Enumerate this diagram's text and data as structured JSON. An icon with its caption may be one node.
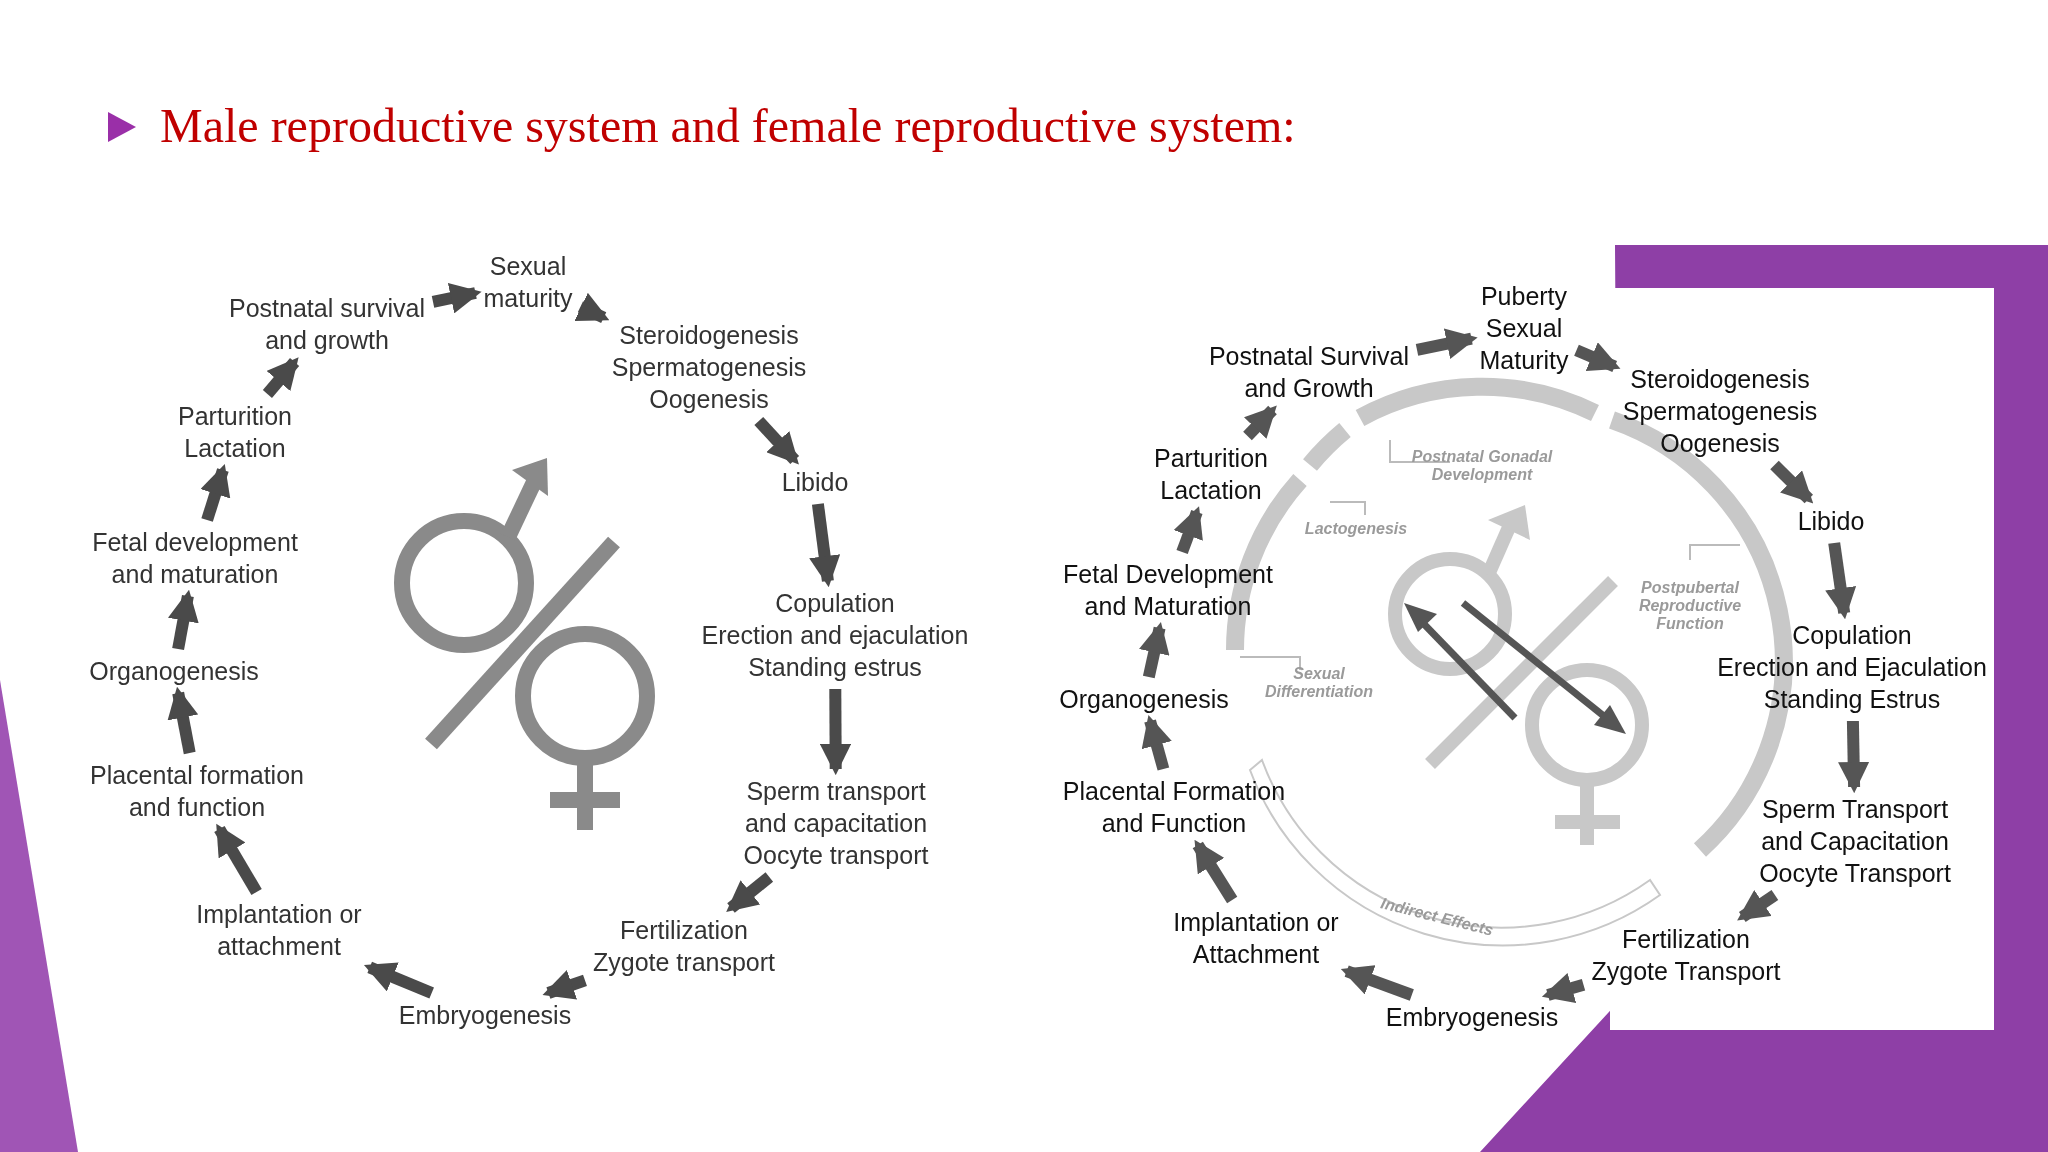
{
  "diagram": {
    "title": "Male reproductive system and female reproductive system:",
    "nodes": [
      {
        "text": [
          "Sexual maturity"
        ]
      },
      {
        "text": [
          "Steroidogenesis",
          "Spermatogenesis",
          "Oogenesis"
        ]
      },
      {
        "text": [
          "Libido"
        ]
      },
      {
        "text": [
          "Copulation",
          "Erection and ejaculation",
          "Standing estrus"
        ]
      },
      {
        "text": [
          "Sperm transport and capacitation",
          "Oocyte transport"
        ]
      },
      {
        "text": [
          "Fertilization",
          "Zygote transport"
        ]
      },
      {
        "text": [
          "Embryogenesis"
        ]
      },
      {
        "text": [
          "Implantation or attachment"
        ]
      },
      {
        "text": [
          "Placental formation and function"
        ]
      },
      {
        "text": [
          "Organogenesis"
        ]
      },
      {
        "text": [
          "Fetal development and maturation"
        ]
      },
      {
        "text": [
          "Parturition",
          "Lactation"
        ]
      },
      {
        "text": [
          "Postnatal survival and growth"
        ]
      },
      {
        "text": [
          "Puberty",
          "Sexual Maturity"
        ]
      },
      {
        "text": [
          "Steroidogenesis",
          "Spermatogenesis",
          "Oogenesis"
        ]
      },
      {
        "text": [
          "Libido"
        ]
      },
      {
        "text": [
          "Copulation",
          "Erection and Ejaculation",
          "Standing Estrus"
        ]
      },
      {
        "text": [
          "Sperm Transport and Capacitation",
          "Oocyte Transport"
        ]
      },
      {
        "text": [
          "Fertilization",
          "Zygote Transport"
        ]
      },
      {
        "text": [
          "Embryogenesis"
        ]
      },
      {
        "text": [
          "Implantation or Attachment"
        ]
      },
      {
        "text": [
          "Placental Formation and Function"
        ]
      },
      {
        "text": [
          "Organogenesis"
        ]
      },
      {
        "text": [
          "Fetal Development and Maturation"
        ]
      },
      {
        "text": [
          "Parturition",
          "Lactation"
        ]
      },
      {
        "text": [
          "Postnatal Survival and Growth"
        ]
      }
    ],
    "edges": [
      {
        "from": 12,
        "to": 0,
        "arrow": "to"
      },
      {
        "from": 0,
        "to": 1,
        "arrow": "to"
      },
      {
        "from": 1,
        "to": 2,
        "arrow": "to"
      },
      {
        "from": 2,
        "to": 3,
        "arrow": "to"
      },
      {
        "from": 3,
        "to": 4,
        "arrow": "to"
      },
      {
        "from": 4,
        "to": 5,
        "arrow": "to"
      },
      {
        "from": 5,
        "to": 6,
        "arrow": "to"
      },
      {
        "from": 6,
        "to": 7,
        "arrow": "to"
      },
      {
        "from": 7,
        "to": 8,
        "arrow": "to"
      },
      {
        "from": 8,
        "to": 9,
        "arrow": "to"
      },
      {
        "from": 9,
        "to": 10,
        "arrow": "to"
      },
      {
        "from": 10,
        "to": 11,
        "arrow": "to"
      },
      {
        "from": 11,
        "to": 12,
        "arrow": "to"
      },
      {
        "from": 25,
        "to": 13,
        "arrow": "to"
      },
      {
        "from": 13,
        "to": 14,
        "arrow": "to"
      },
      {
        "from": 14,
        "to": 15,
        "arrow": "to"
      },
      {
        "from": 15,
        "to": 16,
        "arrow": "to"
      },
      {
        "from": 16,
        "to": 17,
        "arrow": "to"
      },
      {
        "from": 17,
        "to": 18,
        "arrow": "to"
      },
      {
        "from": 18,
        "to": 19,
        "arrow": "to"
      },
      {
        "from": 19,
        "to": 20,
        "arrow": "to"
      },
      {
        "from": 20,
        "to": 21,
        "arrow": "to"
      },
      {
        "from": 21,
        "to": 22,
        "arrow": "to"
      },
      {
        "from": 22,
        "to": 23,
        "arrow": "to"
      },
      {
        "from": 23,
        "to": 24,
        "arrow": "to"
      },
      {
        "from": 24,
        "to": 25,
        "arrow": "to"
      }
    ],
    "labels": [
      "Postnatal Gonadal Development",
      "Lactogenesis",
      "Postpubertal Reproductive Function",
      "Sexual Differentiation",
      "Indirect Effects"
    ]
  }
}
